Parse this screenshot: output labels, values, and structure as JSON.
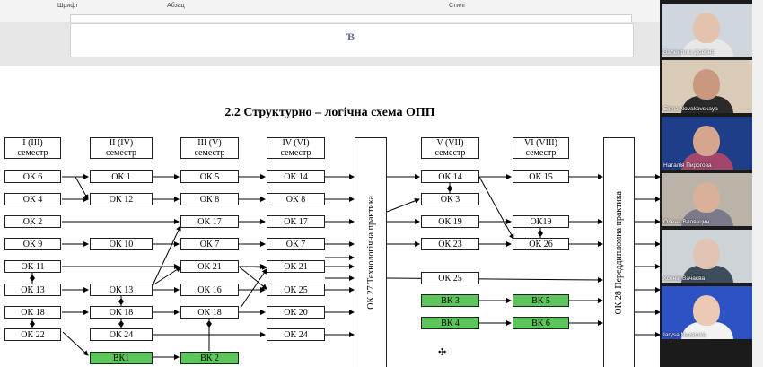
{
  "ribbon": {
    "font_group": "Шрифт",
    "paragraph_group": "Абзац",
    "styles_group": "Стилі"
  },
  "doc": {
    "glyph": "Ɓ",
    "title": "2.2 Структурно – логічна схема ОПП",
    "cursor_glyph": "✣",
    "semesters": [
      "I (III)\nсеместр",
      "II (IV)\nсеместр",
      "III (V)\nсеместр",
      "IV (VI)\nсеместр",
      "V (VII)\nсеместр",
      "VI (VIII)\nсеместр"
    ],
    "col1": [
      "ОК 6",
      "ОК 4",
      "ОК 2",
      "ОК 9",
      "ОК 11",
      "ОК 13",
      "ОК 18",
      "ОК 22"
    ],
    "col2": [
      "ОК 1",
      "ОК 12",
      "ОК 10",
      "ОК 13",
      "ОК 18",
      "ОК 24"
    ],
    "col2_green": "ВК1",
    "col3": [
      "ОК 5",
      "ОК 8",
      "ОК 17",
      "ОК 7",
      "ОК 21",
      "ОК 16",
      "ОК 18"
    ],
    "col3_green": "ВК 2",
    "col4": [
      "ОК 14",
      "ОК 8",
      "ОК 17",
      "ОК 7",
      "ОК 21",
      "ОК 25",
      "ОК 20",
      "ОК 24"
    ],
    "practice1": "ОК 27 Технологічна практика",
    "col5": [
      "ОК 14",
      "ОК 3",
      "ОК 19",
      "ОК 23",
      "ОК 25"
    ],
    "col5_green": [
      "ВК 3",
      "ВК 4"
    ],
    "col6": [
      "ОК 15",
      "ОК19",
      "ОК 26"
    ],
    "col6_green": [
      "ВК 5",
      "ВК 6"
    ],
    "practice2": "ОК 28 Переддипломна практика"
  },
  "participants": [
    {
      "name": "Валентина Довбня",
      "bg": "#cfd6de",
      "skin": "#e3c2ae",
      "shirt": "#e8e8e8"
    },
    {
      "name": "Elena Novakovskaya",
      "bg": "#d9cbb8",
      "skin": "#c9987e",
      "shirt": "#2a2a2a"
    },
    {
      "name": "Наталія Пирогова",
      "bg": "#1f3e8a",
      "skin": "#d6a58e",
      "shirt": "#a2476b"
    },
    {
      "name": "Олена Вловецин",
      "bg": "#b9b3a8",
      "skin": "#d9b09a",
      "shirt": "#7a7a8a"
    },
    {
      "name": "Ксенія Вачаєва",
      "bg": "#cdd3d6",
      "skin": "#e2c4b2",
      "shirt": "#3d4d5c"
    },
    {
      "name": "Iarysa Nazarova",
      "bg": "#2c52c4",
      "skin": "#ecc9b5",
      "shirt": "#f2f2f2"
    }
  ]
}
